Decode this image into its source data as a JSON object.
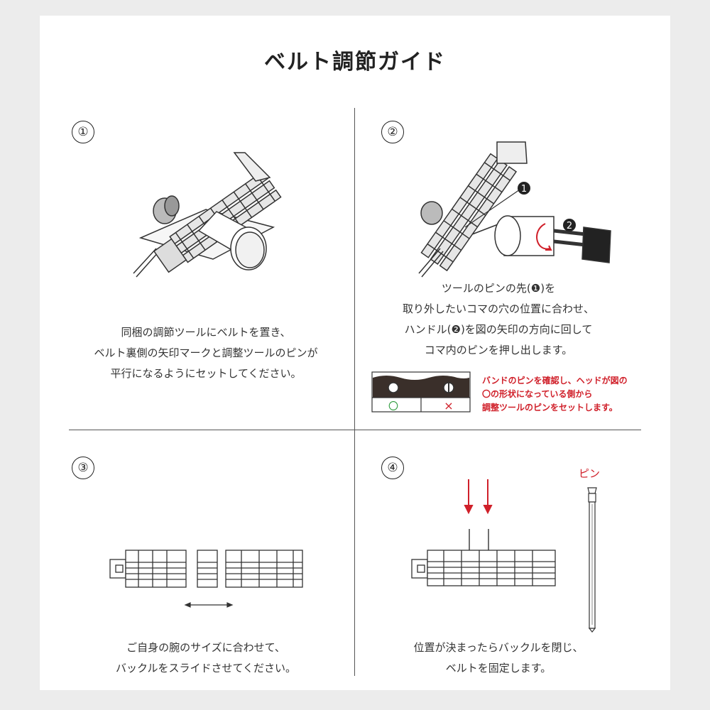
{
  "title": "ベルト調節ガイド",
  "steps": [
    {
      "number": "①",
      "lines": [
        "同梱の調節ツールにベルトを置き、",
        "ベルト裏側の矢印マークと調整ツールのピンが",
        "平行になるようにセットしてください。"
      ]
    },
    {
      "number": "②",
      "lines": [
        "ツールのピンの先(❶)を",
        "取り外したいコマの穴の位置に合わせ、",
        "ハンドル(❷)を図の矢印の方向に回して",
        "コマ内のピンを押し出します。"
      ]
    },
    {
      "number": "③",
      "lines": [
        "ご自身の腕のサイズに合わせて、",
        "バックルをスライドさせてください。"
      ]
    },
    {
      "number": "④",
      "lines": [
        "位置が決まったらバックルを閉じ、",
        "ベルトを固定します。"
      ]
    }
  ],
  "callouts": {
    "one": "❶",
    "two": "❷"
  },
  "note": {
    "lines": [
      "バンドのピンを確認し、ヘッドが図の",
      "〇の形状になっている側から",
      "調整ツールのピンをセットします。"
    ],
    "correct_mark": "〇",
    "wrong_mark": "×"
  },
  "pin_label": "ピン",
  "colors": {
    "accent": "#d0202a",
    "ok": "#2a9a3a",
    "ink": "#222222"
  }
}
